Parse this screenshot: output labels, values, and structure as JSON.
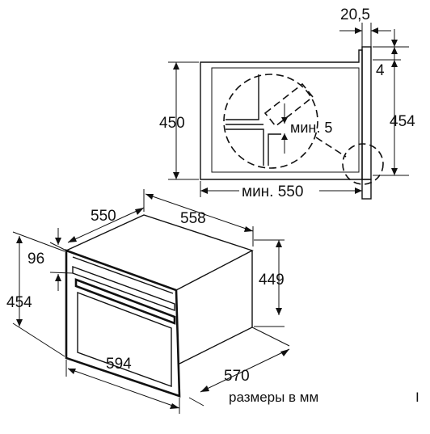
{
  "dimensions": {
    "top_width": "20,5",
    "top_gap": "4",
    "niche_height": "450",
    "side_height": "454",
    "min_gap": "мин. 5",
    "min_depth": "мин. 550",
    "oven_depth": "550",
    "oven_inner_width": "558",
    "front_panel": "96",
    "oven_height": "449",
    "front_height": "454",
    "front_width": "594",
    "total_depth": "570"
  },
  "caption": "размеры в мм",
  "corner_mark": "I"
}
